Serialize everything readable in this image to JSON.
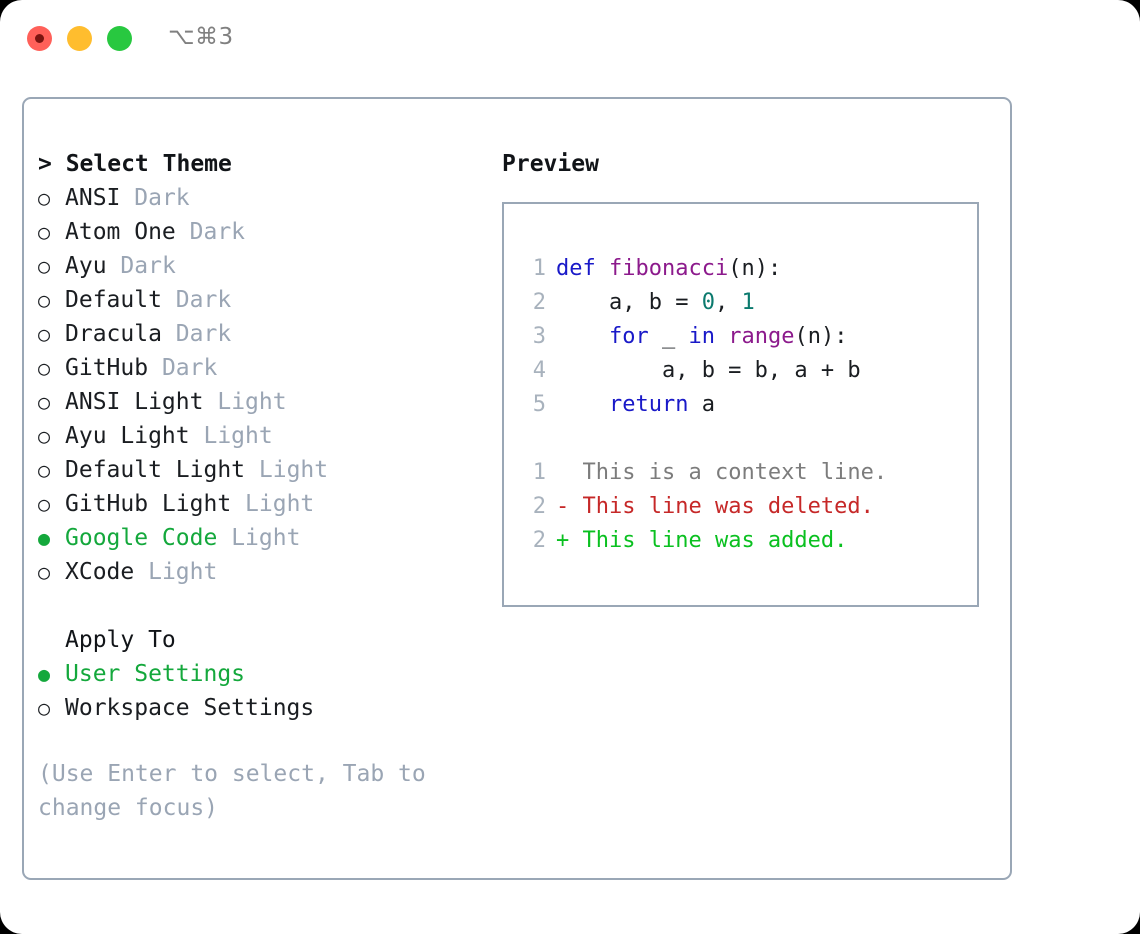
{
  "titlebar": {
    "shortcut": "⌥⌘3",
    "buttons": [
      "close",
      "minimize",
      "maximize"
    ]
  },
  "colors": {
    "selected_green": "#14a83c",
    "muted": "#9aa5b4",
    "border": "#9aa7b6",
    "keyword_blue": "#1919c8",
    "function_purple": "#8c1a8c",
    "number_teal": "#0b7a6e",
    "diff_deleted_red": "#c62828",
    "diff_added_green": "#0ac020"
  },
  "theme_list": {
    "header": "> Select Theme",
    "items": [
      {
        "marker": "○",
        "name": "ANSI",
        "suffix": "Dark",
        "selected": false
      },
      {
        "marker": "○",
        "name": "Atom One",
        "suffix": "Dark",
        "selected": false
      },
      {
        "marker": "○",
        "name": "Ayu",
        "suffix": "Dark",
        "selected": false
      },
      {
        "marker": "○",
        "name": "Default",
        "suffix": "Dark",
        "selected": false
      },
      {
        "marker": "○",
        "name": "Dracula",
        "suffix": "Dark",
        "selected": false
      },
      {
        "marker": "○",
        "name": "GitHub",
        "suffix": "Dark",
        "selected": false
      },
      {
        "marker": "○",
        "name": "ANSI Light",
        "suffix": "Light",
        "selected": false
      },
      {
        "marker": "○",
        "name": "Ayu Light",
        "suffix": "Light",
        "selected": false
      },
      {
        "marker": "○",
        "name": "Default Light",
        "suffix": "Light",
        "selected": false
      },
      {
        "marker": "○",
        "name": "GitHub Light",
        "suffix": "Light",
        "selected": false
      },
      {
        "marker": "●",
        "name": "Google Code",
        "suffix": "Light",
        "selected": true
      },
      {
        "marker": "○",
        "name": "XCode",
        "suffix": "Light",
        "selected": false
      }
    ]
  },
  "apply_to": {
    "header": "Apply To",
    "items": [
      {
        "marker": "●",
        "name": "User Settings",
        "selected": true
      },
      {
        "marker": "○",
        "name": "Workspace Settings",
        "selected": false
      }
    ]
  },
  "hint": "(Use Enter to select, Tab to change focus)",
  "preview": {
    "title": "Preview",
    "code": [
      {
        "num": "1",
        "tokens": [
          {
            "t": "def ",
            "c": "kw"
          },
          {
            "t": "fibonacci",
            "c": "fn"
          },
          {
            "t": "(n):",
            "c": "txt"
          }
        ]
      },
      {
        "num": "2",
        "tokens": [
          {
            "t": "    a, b = ",
            "c": "txt"
          },
          {
            "t": "0",
            "c": "num"
          },
          {
            "t": ", ",
            "c": "txt"
          },
          {
            "t": "1",
            "c": "num"
          }
        ]
      },
      {
        "num": "3",
        "tokens": [
          {
            "t": "    ",
            "c": "txt"
          },
          {
            "t": "for",
            "c": "kw"
          },
          {
            "t": " _ ",
            "c": "txt"
          },
          {
            "t": "in",
            "c": "kw"
          },
          {
            "t": " ",
            "c": "txt"
          },
          {
            "t": "range",
            "c": "fn"
          },
          {
            "t": "(n):",
            "c": "txt"
          }
        ]
      },
      {
        "num": "4",
        "tokens": [
          {
            "t": "        a, b = b, a + b",
            "c": "txt"
          }
        ]
      },
      {
        "num": "5",
        "tokens": [
          {
            "t": "    ",
            "c": "txt"
          },
          {
            "t": "return",
            "c": "kw"
          },
          {
            "t": " a",
            "c": "txt"
          }
        ]
      }
    ],
    "diff": [
      {
        "num": "1",
        "prefix": "  ",
        "text": "This is a context line.",
        "kind": "ctx"
      },
      {
        "num": "2",
        "prefix": "- ",
        "text": "This line was deleted.",
        "kind": "del"
      },
      {
        "num": "2",
        "prefix": "+ ",
        "text": "This line was added.",
        "kind": "add"
      }
    ]
  }
}
